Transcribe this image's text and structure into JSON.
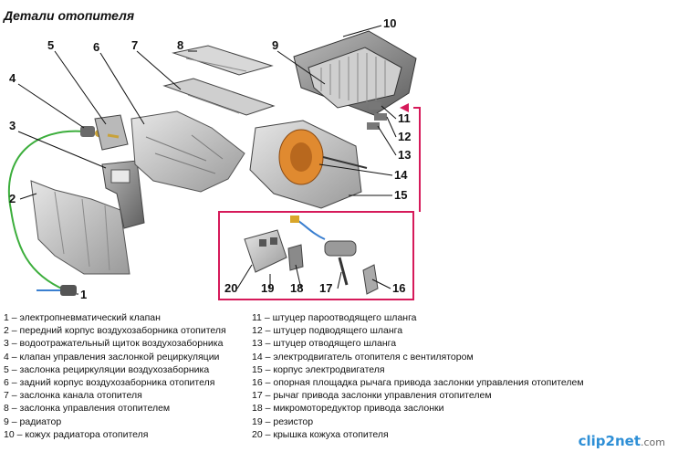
{
  "title": "Детали отопителя",
  "callouts": [
    "1",
    "2",
    "3",
    "4",
    "5",
    "6",
    "7",
    "8",
    "9",
    "10",
    "11",
    "12",
    "13",
    "14",
    "15",
    "16",
    "17",
    "18",
    "19",
    "20"
  ],
  "legend_left": [
    "1 – электропневматический клапан",
    "2 – передний корпус воздухозаборника отопителя",
    "3 – водоотражательный щиток воздухозаборника",
    "4 – клапан управления заслонкой рециркуляции",
    "5 – заслонка рециркуляции воздухозаборника",
    "6 – задний корпус воздухозаборника отопителя",
    "7 – заслонка канала отопителя",
    "8 – заслонка управления отопителем",
    "9 – радиатор",
    "10 – кожух радиатора отопителя"
  ],
  "legend_right": [
    "11 – штуцер пароотводящего шланга",
    "12 – штуцер подводящего шланга",
    "13 – штуцер отводящего шланга",
    "14 – электродвигатель отопителя с вентилятором",
    "15 – корпус электродвигателя",
    "16 – опорная площадка рычага привода заслонки управления отопителем",
    "17 – рычаг привода заслонки управления отопителем",
    "18 – микромоторедуктор привода заслонки",
    "19 – резистор",
    "20 – крышка кожуха отопителя"
  ],
  "watermark": {
    "brand": "clip2net",
    "domain": ".com"
  },
  "colors": {
    "inset_frame": "#d61a5a",
    "wire": "#3cae3c",
    "motor": "#e08a30"
  }
}
